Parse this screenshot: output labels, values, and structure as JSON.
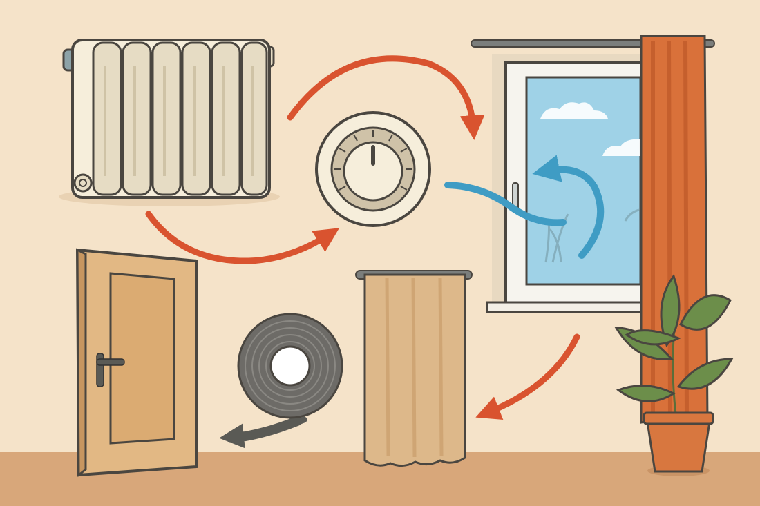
{
  "scene": {
    "objects": [
      "radiator-icon",
      "thermostat-dial-icon",
      "window-icon",
      "curtain-icon",
      "houseplant-icon",
      "door-icon",
      "draught-seal-tape-roll-icon",
      "thermal-curtain-panel-icon"
    ],
    "arrows": [
      "warm-air-arrow",
      "cold-draft-arrow",
      "seal-tape-arrow"
    ]
  },
  "colors": {
    "wall": "#f5e3c9",
    "floor": "#d8a77a",
    "outline": "#4a4640",
    "warm_arrow": "#d9532f",
    "cold_arrow": "#3f9cc4",
    "tape_arrow": "#5a5a55",
    "radiator": "#f6eedb",
    "radiator_shade": "#e6dcc4",
    "door": "#e2b884",
    "door_panel": "#dbab72",
    "curtain": "#d9713a",
    "curtain_shade": "#c55f2d",
    "panel_curtain": "#ddb88a",
    "panel_curtain_shade": "#cfa574",
    "glass": "#9fd2e7",
    "window_frame": "#f6f4ee",
    "plant_leaf": "#6c8e4a",
    "pot": "#d8773f",
    "tape": "#6d6b67"
  }
}
